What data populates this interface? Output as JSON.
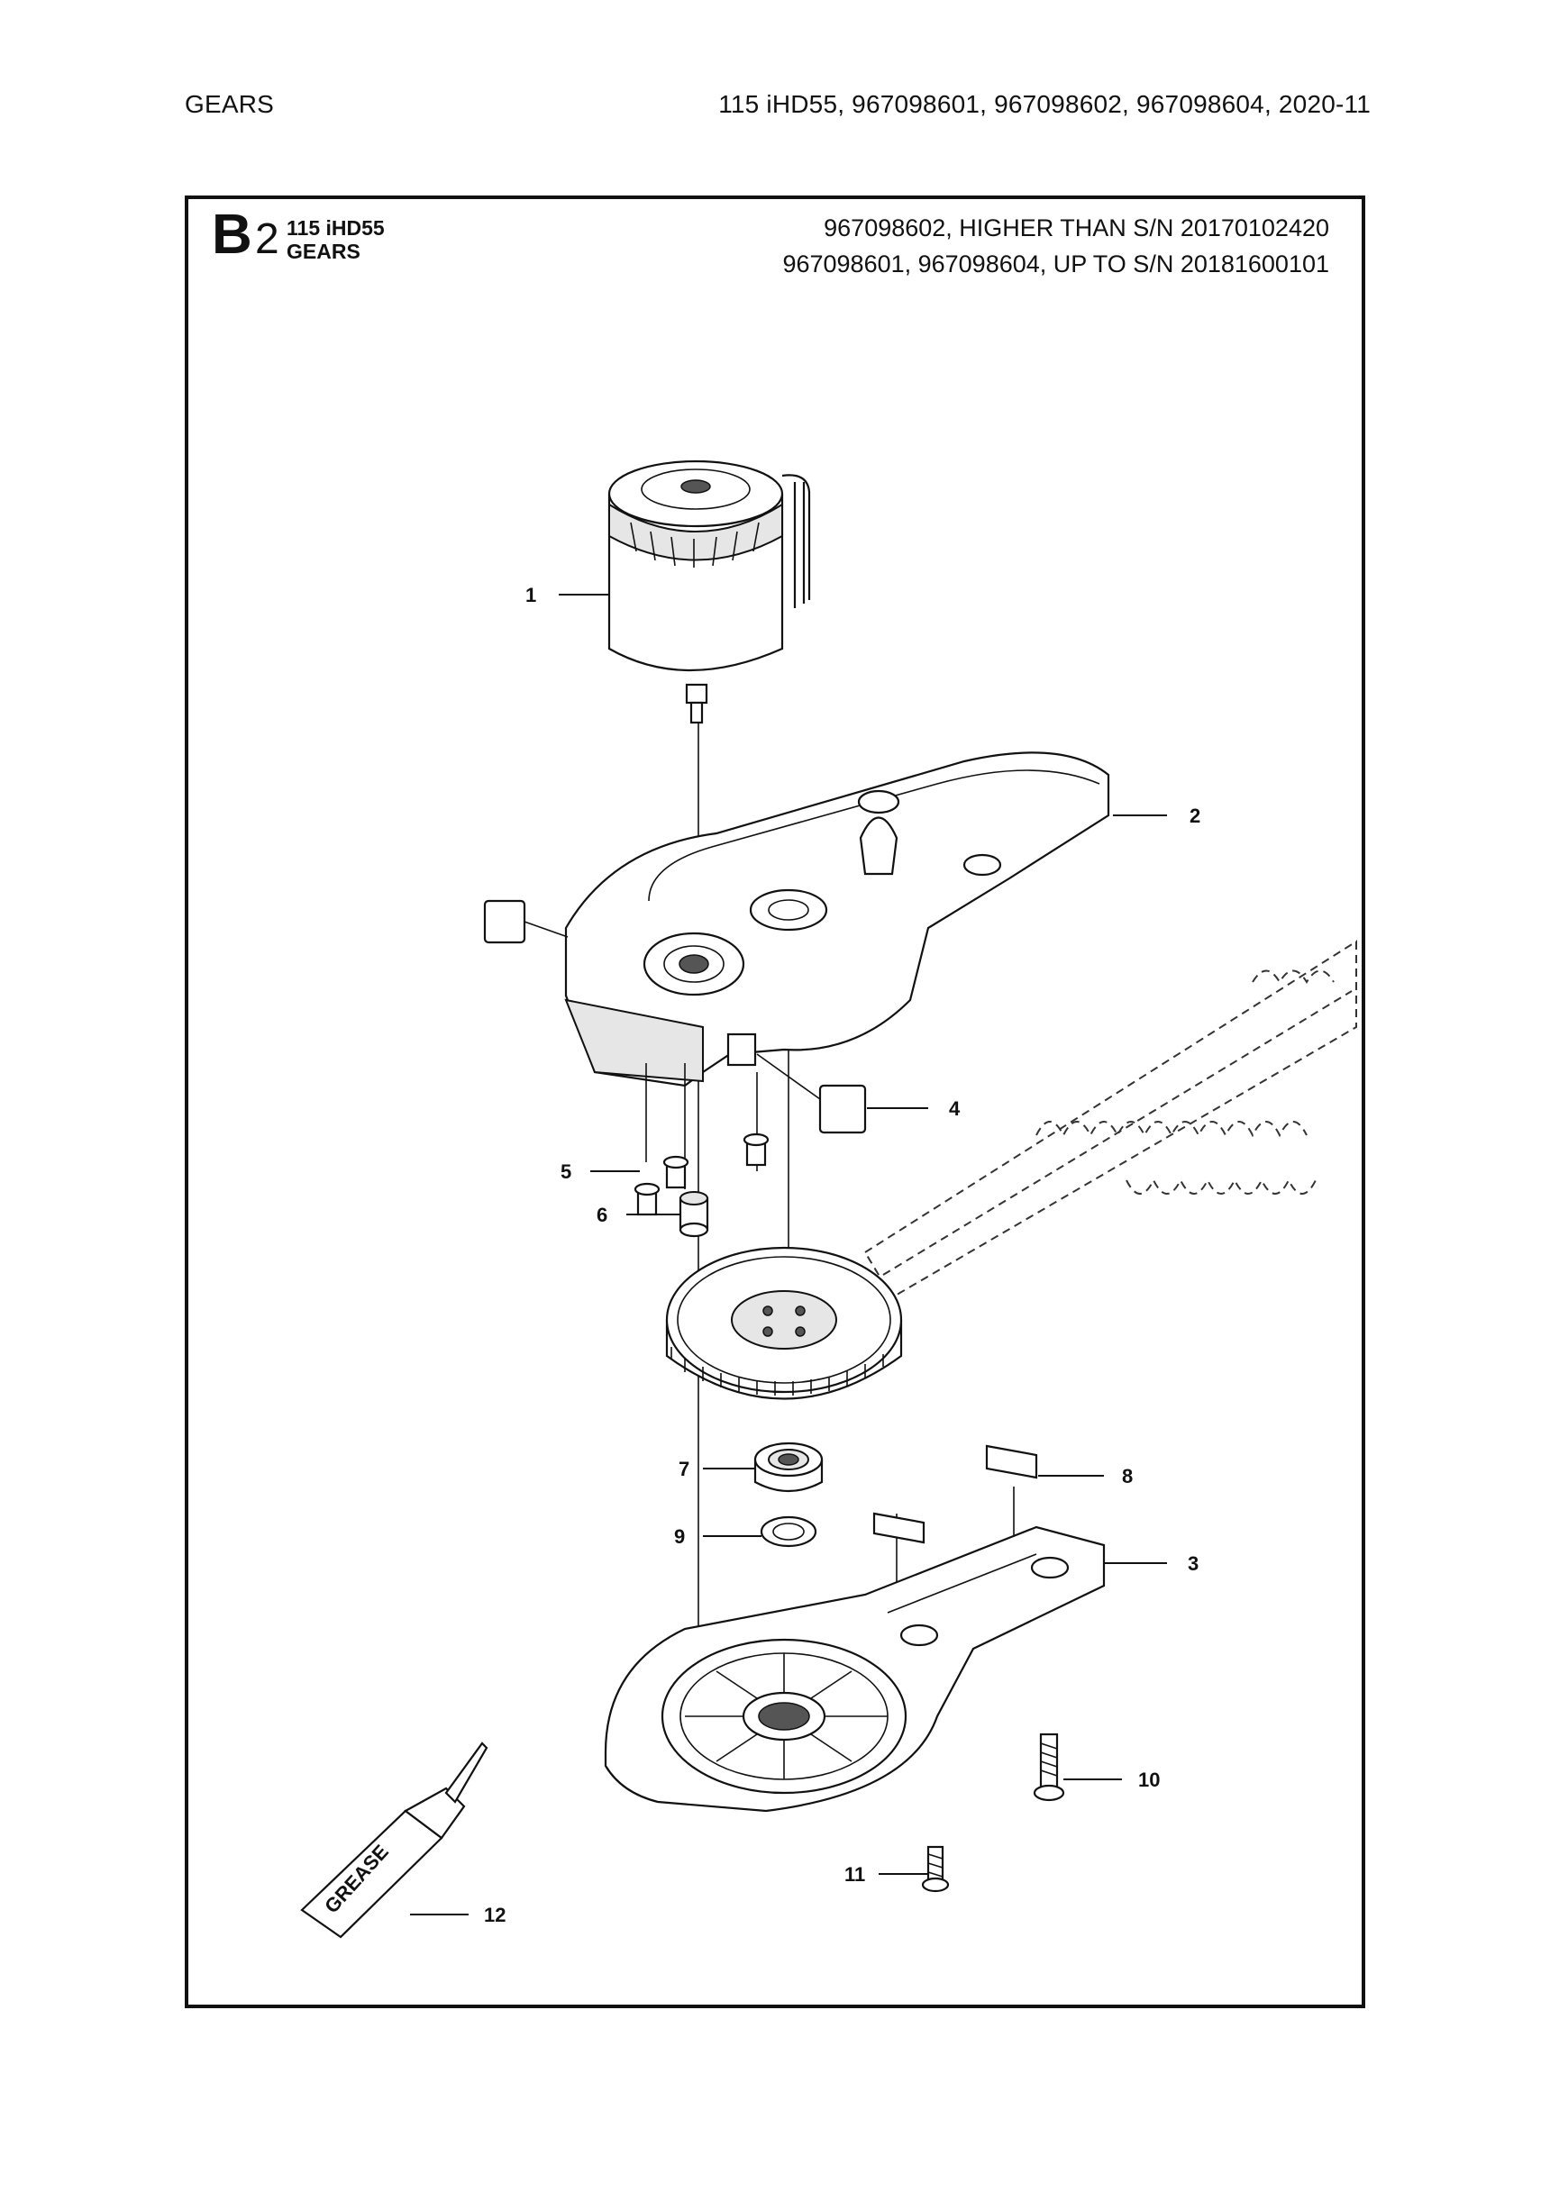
{
  "header": {
    "left": "GEARS",
    "right": "115 iHD55, 967098601, 967098602, 967098604, 2020-11"
  },
  "section": {
    "letter": "B",
    "number": "2",
    "model": "115 iHD55",
    "title": "GEARS"
  },
  "notes": [
    "967098602, HIGHER THAN S/N 20170102420",
    "967098601, 967098604, UP TO S/N 20181600101"
  ],
  "callouts": [
    "1",
    "2",
    "3",
    "4",
    "5",
    "6",
    "7",
    "8",
    "9",
    "10",
    "11",
    "12"
  ],
  "grease_label": "GREASE"
}
